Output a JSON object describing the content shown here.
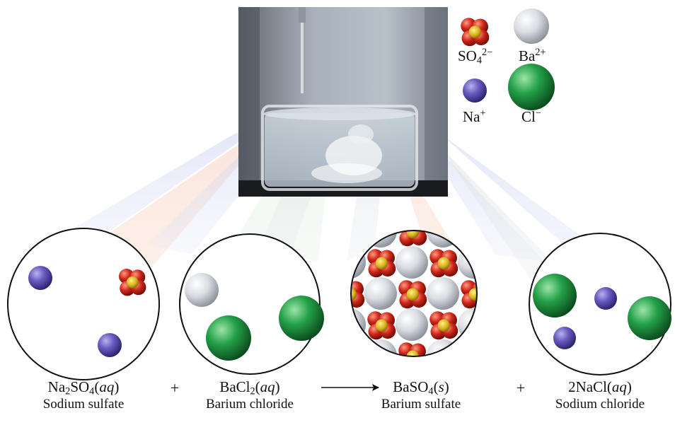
{
  "legend": {
    "sulfate": {
      "base": "SO",
      "sub": "4",
      "sup": "2−"
    },
    "barium": {
      "base": "Ba",
      "sup": "2+"
    },
    "sodium": {
      "base": "Na",
      "sup": "+"
    },
    "chloride": {
      "base": "Cl",
      "sup": "−"
    }
  },
  "equation": {
    "sodium_sulfate": {
      "pre": "Na",
      "sub1": "2",
      "mid": "SO",
      "sub2": "4",
      "open": "(",
      "state": "aq",
      "close": ")",
      "name": "Sodium sulfate"
    },
    "plus1": "+",
    "barium_chloride": {
      "pre": "BaCl",
      "sub1": "2",
      "open": "(",
      "state": "aq",
      "close": ")",
      "name": "Barium chloride"
    },
    "barium_sulfate": {
      "pre": "BaSO",
      "sub1": "4",
      "open": "(",
      "state": "s",
      "close": ")",
      "name": "Barium sulfate"
    },
    "plus2": "+",
    "sodium_chloride": {
      "pre": "2NaCl",
      "open": "(",
      "state": "aq",
      "close": ")",
      "name": "Sodium chloride"
    }
  },
  "colors": {
    "sodium_ion": "#5b4fa8",
    "barium_ion": "#cfd3da",
    "chloride_ion": "#1e8a3e",
    "sulfate_red": "#c8241a",
    "sulfate_yellow": "#d9b21a"
  }
}
